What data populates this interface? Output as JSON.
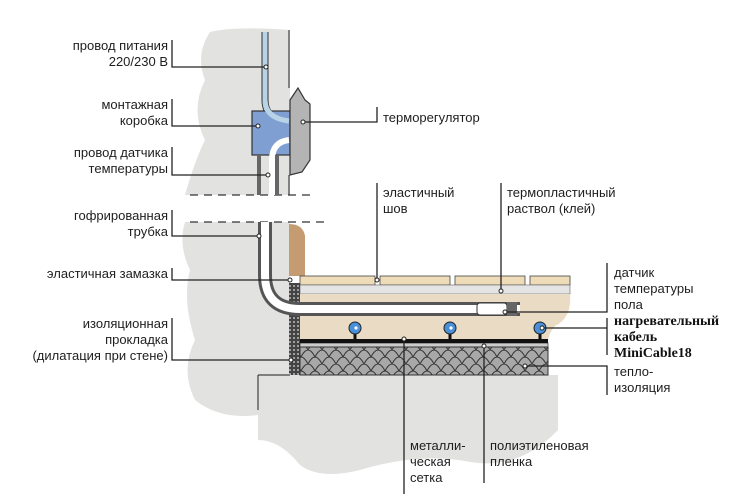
{
  "colors": {
    "concrete": "#e2e2e0",
    "power_wire": "#b9d3e6",
    "junction_box": "#7f9fd3",
    "thermostat": "#b4b4b4",
    "tile": "#eedcb8",
    "screed": "#eadcc4",
    "plaster": "#c59b72",
    "cable": "#4a90d9",
    "insulation": "#a8a8a8"
  },
  "labels": {
    "power_wire": [
      "провод питания",
      "220/230 В"
    ],
    "junction_box": [
      "монтажная",
      "коробка"
    ],
    "sensor_wire": [
      "провод датчика",
      "температуры"
    ],
    "corrugated_tube": [
      "гофрированная",
      "трубка"
    ],
    "elastic_putty": [
      "эластичная замазка"
    ],
    "edge_insulation": [
      "изоляционная",
      "прокладка",
      "(дилатация при стене)"
    ],
    "thermostat": [
      "терморегулятор"
    ],
    "elastic_joint": [
      "эластичный",
      "шов"
    ],
    "adhesive": [
      "термопластичный",
      "раствол (клей)"
    ],
    "floor_sensor": [
      "датчик",
      "температуры",
      "пола"
    ],
    "heating_cable": [
      "нагревательный",
      "кабель",
      "MiniCable18"
    ],
    "thermal_insulation": [
      "тепло-",
      "изоляция"
    ],
    "metal_mesh": [
      "металли-",
      "ческая",
      "сетка"
    ],
    "pe_film": [
      "полиэтиленовая",
      "пленка"
    ]
  }
}
